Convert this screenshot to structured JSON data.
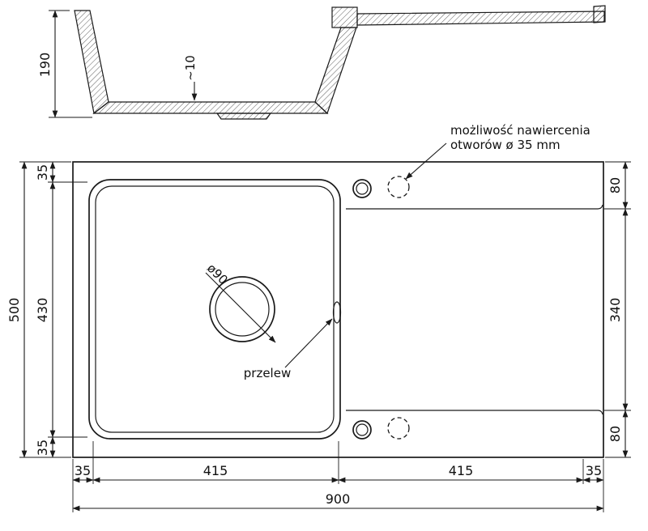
{
  "section": {
    "depth_label": "190",
    "thickness_label": "~10"
  },
  "plan": {
    "width_label": "900",
    "height_label": "500",
    "left_top": "35",
    "left_middle": "430",
    "left_bottom": "35",
    "right_top": "80",
    "right_middle": "340",
    "right_bottom": "80",
    "bottom_1": "35",
    "bottom_2": "415",
    "bottom_3": "415",
    "bottom_4": "35",
    "drain_label": "ø90",
    "overflow_label": "przelew",
    "note_line1": "możliwość nawiercenia",
    "note_line2": "otworów ø 35 mm"
  },
  "colors": {
    "line": "#1a1a1a",
    "background": "#ffffff"
  }
}
